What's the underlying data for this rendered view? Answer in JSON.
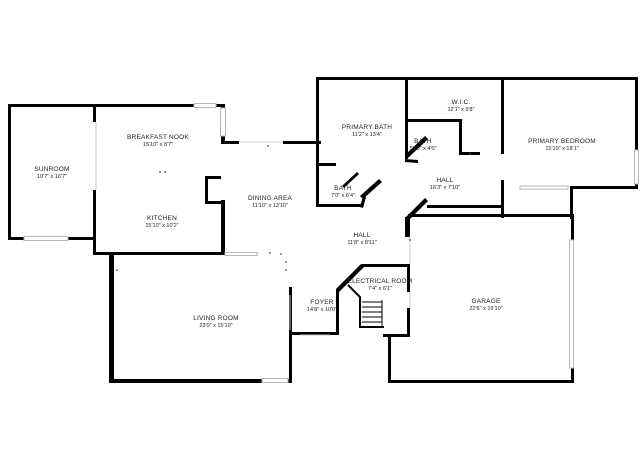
{
  "rooms": [
    {
      "id": "sunroom",
      "name": "SUNROOM",
      "dims": "10'7\" x 16'7\""
    },
    {
      "id": "breakfast-nook",
      "name": "BREAKFAST NOOK",
      "dims": "15'10\" x 8'7\""
    },
    {
      "id": "kitchen",
      "name": "KITCHEN",
      "dims": "15'10\" x 10'2\""
    },
    {
      "id": "dining-area",
      "name": "DINING AREA",
      "dims": "11'10\" x 13'10\""
    },
    {
      "id": "primary-bath",
      "name": "PRIMARY BATH",
      "dims": "11'2\" x 13'4\""
    },
    {
      "id": "wic",
      "name": "W.I.C.",
      "dims": "12'1\" x 9'8\""
    },
    {
      "id": "primary-bedroom",
      "name": "PRIMARY BEDROOM",
      "dims": "15'10\" x 18'1\""
    },
    {
      "id": "bath-small",
      "name": "BATH",
      "dims": "5'10\" x 4'0\""
    },
    {
      "id": "bath",
      "name": "BATH",
      "dims": "7'0\" x 6'4\""
    },
    {
      "id": "hall-upper",
      "name": "HALL",
      "dims": "16'3\" x 7'10\""
    },
    {
      "id": "hall",
      "name": "HALL",
      "dims": "11'8\" x 8'11\""
    },
    {
      "id": "electrical-room",
      "name": "ELECTRICAL ROOM",
      "dims": "7'4\" x 6'1\""
    },
    {
      "id": "foyer",
      "name": "FOYER",
      "dims": "14'8\" x 10'0\""
    },
    {
      "id": "living-room",
      "name": "LIVING ROOM",
      "dims": "23'0\" x 15'10\""
    },
    {
      "id": "garage",
      "name": "GARAGE",
      "dims": "22'6\" x 19'10\""
    }
  ]
}
